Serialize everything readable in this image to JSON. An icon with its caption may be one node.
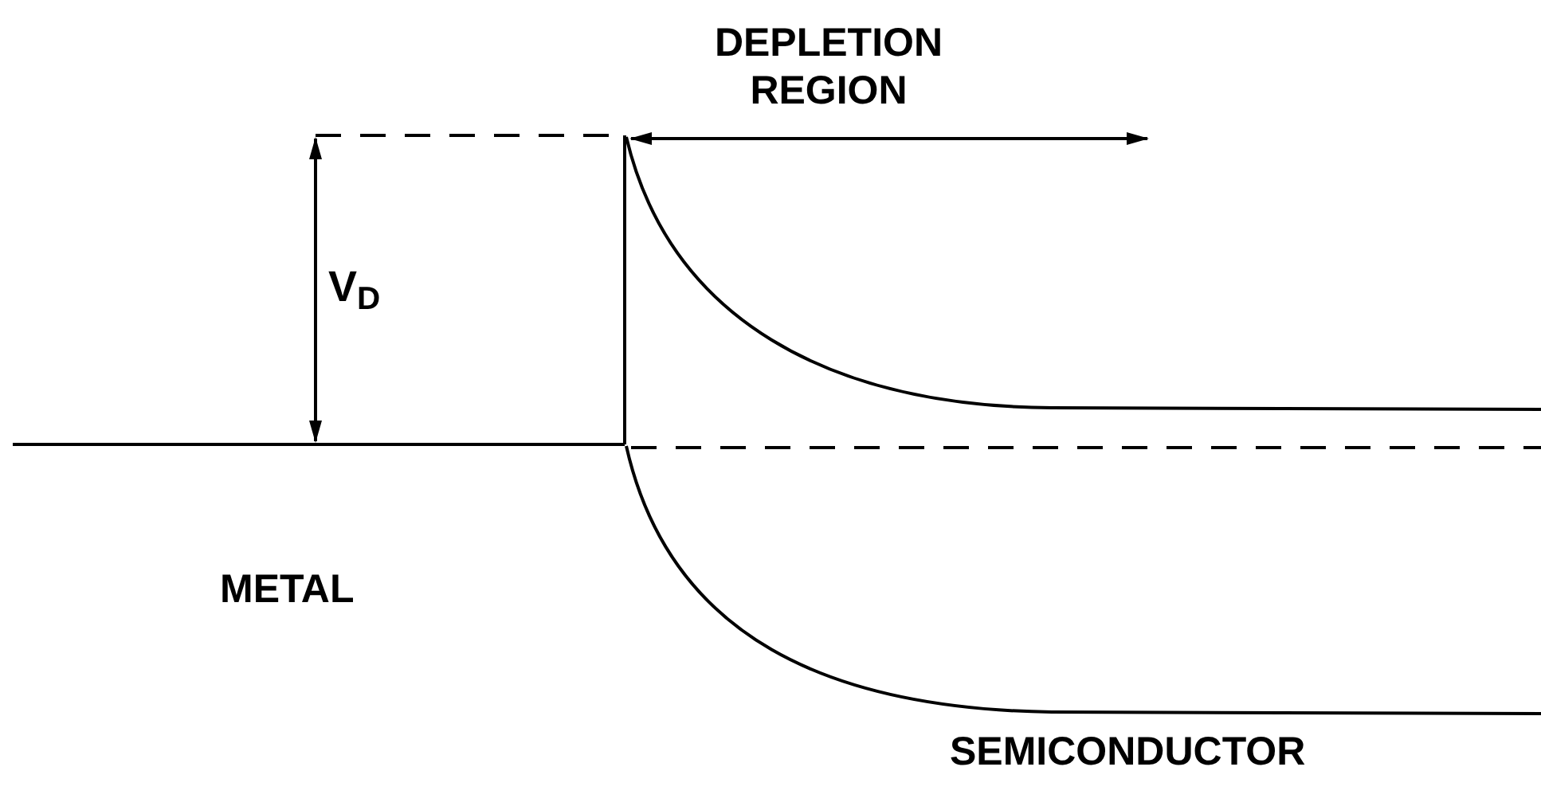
{
  "diagram": {
    "labels": [
      "DEPLETION REGION",
      "V$_{D}$",
      "METAL",
      "SEMICONDUCTOR"
    ]
  }
}
